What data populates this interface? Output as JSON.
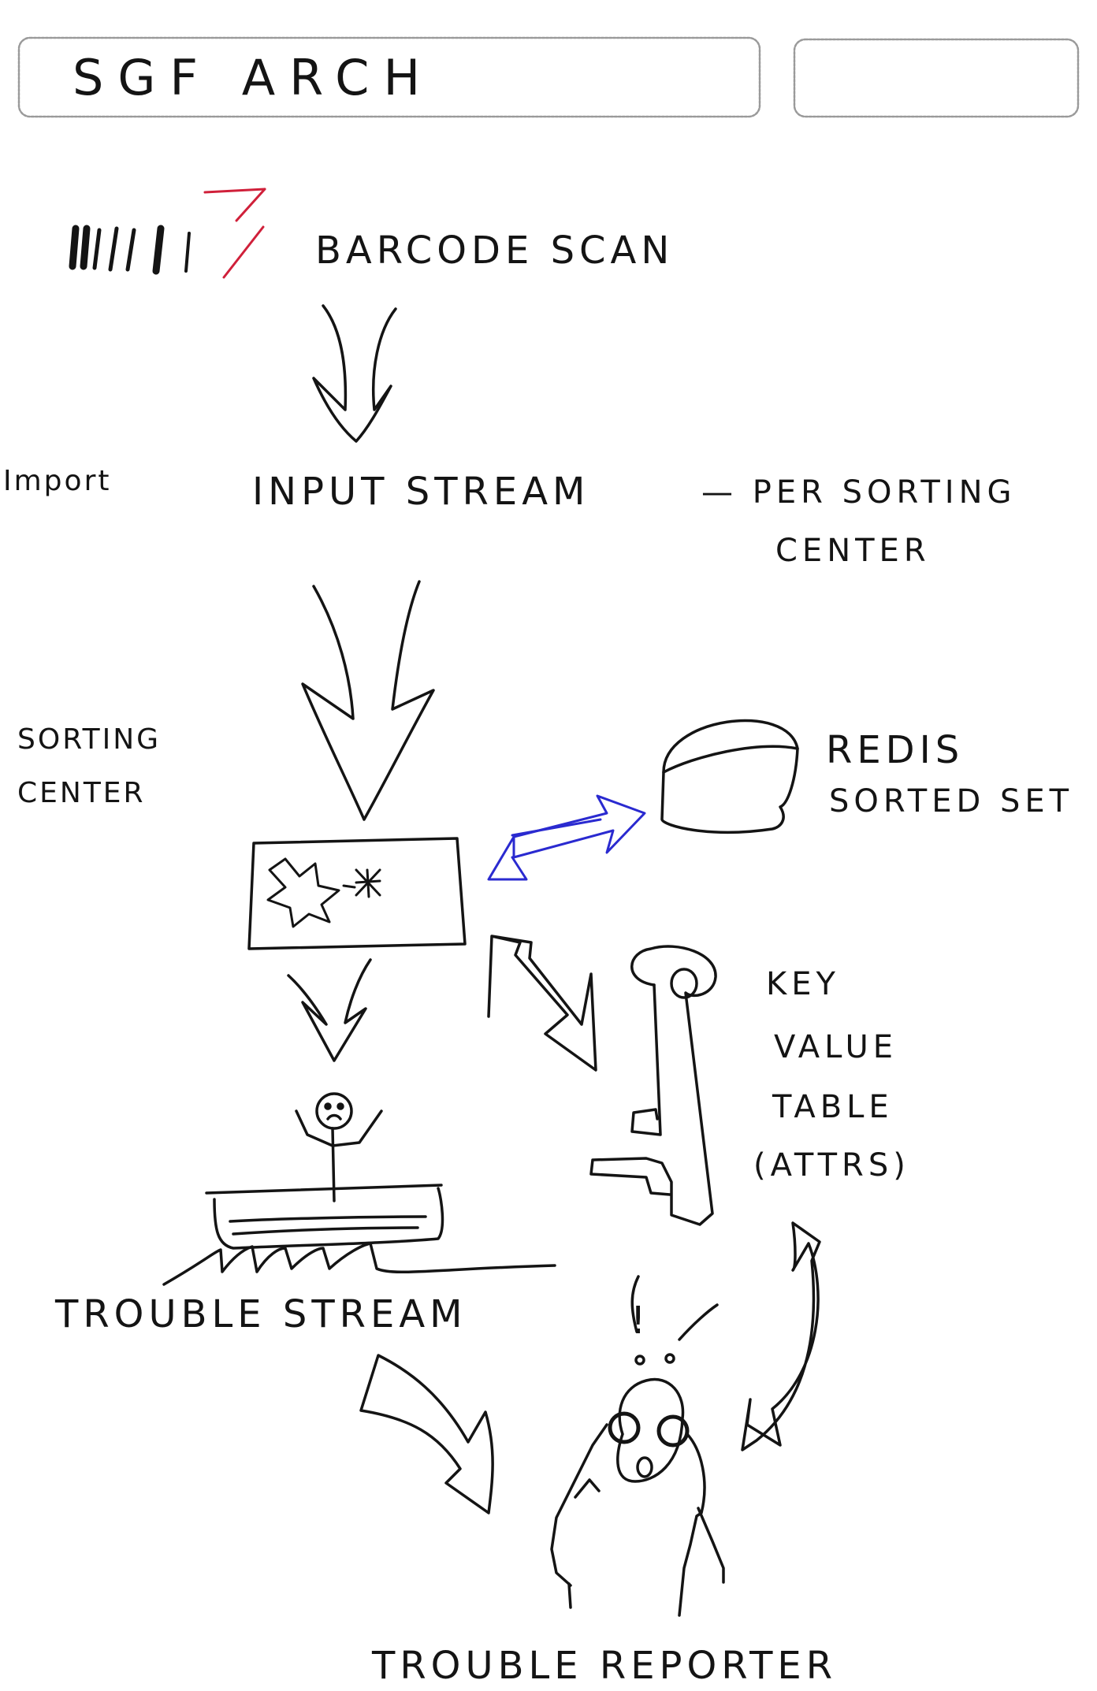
{
  "title": "SGF ARCH",
  "labels": {
    "barcode": "BARCODE SCAN",
    "import": "Import",
    "input_stream": "INPUT STREAM",
    "per_sorting_center": "— PER SORTING",
    "per_sorting_center_2": "CENTER",
    "sorting_center_1": "SORTING",
    "sorting_center_2": "CENTER",
    "redis_1": "REDIS",
    "redis_2": "SORTED SET",
    "kv_1": "KEY",
    "kv_2": "VALUE",
    "kv_3": "TABLE",
    "kv_4": "(ATTRS)",
    "trouble_stream": "TROUBLE STREAM",
    "trouble_reporter": "TROUBLE REPORTER",
    "exclaim": "!"
  },
  "colors": {
    "ink": "#141414",
    "red_mark": "#d0203a",
    "blue_arrow": "#2a2ad0",
    "frame": "#9a9a9a"
  },
  "icons": [
    "barcode-icon",
    "database-icon",
    "processor-icon",
    "key-icon",
    "drowning-person-icon",
    "surprised-person-icon"
  ]
}
